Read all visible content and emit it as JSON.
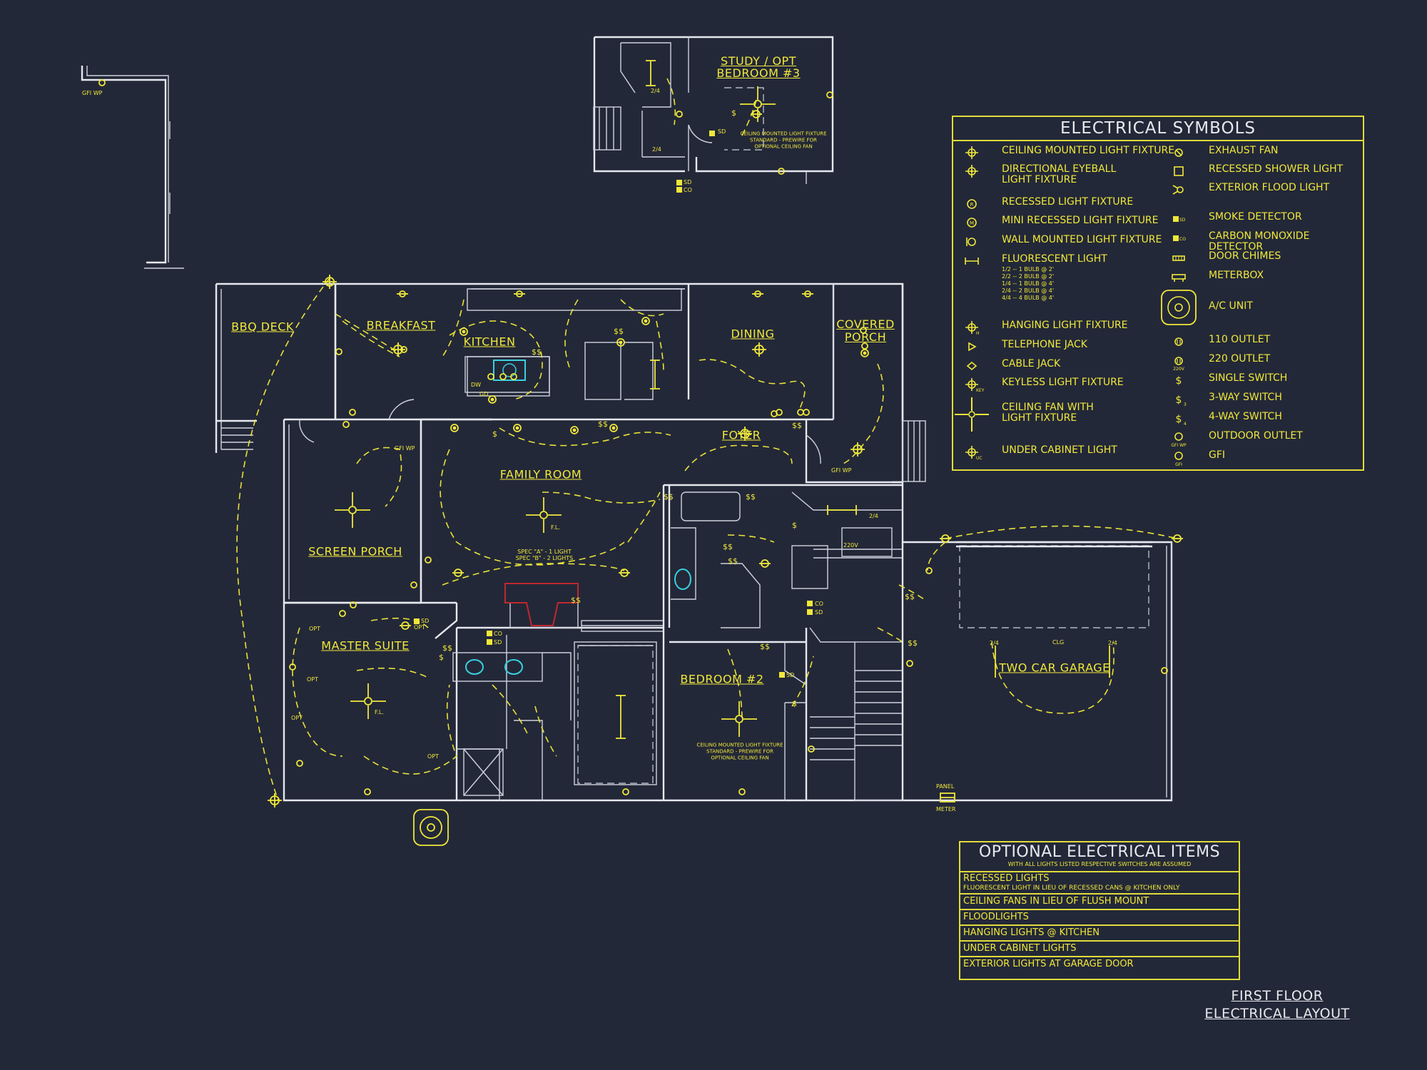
{
  "rooms": {
    "bbq_deck": "BBQ DECK",
    "breakfast": "BREAKFAST",
    "kitchen": "KITCHEN",
    "dining": "DINING",
    "covered_porch": "COVERED\nPORCH",
    "foyer": "FOYER",
    "family_room": "FAMILY ROOM",
    "screen_porch": "SCREEN PORCH",
    "master_suite": "MASTER SUITE",
    "bedroom_2": "BEDROOM #2",
    "two_car_garage": "TWO CAR GARAGE",
    "study": "STUDY / OPT\nBEDROOM #3"
  },
  "notes": {
    "study_fan_note": "CEILING MOUNTED LIGHT FIXTURE\nSTANDARD - PREWIRE FOR\nOPTIONAL CEILING FAN",
    "bedroom2_fan_note": "CEILING MOUNTED LIGHT FIXTURE\nSTANDARD - PREWIRE FOR\nOPTIONAL CEILING FAN",
    "family_spec_note": "SPEC \"A\" - 1 LIGHT\nSPEC \"B\" - 2 LIGHTS",
    "panel": "PANEL",
    "meter": "METER",
    "gfi_wp": "GFI WP",
    "fl": "F.L.",
    "clg": "CLG",
    "v220": "220V",
    "opt": "OPT",
    "sd": "SD",
    "co": "CO",
    "h": "H",
    "uc": "UC",
    "key": "KEY",
    "fractions_24": "2/4",
    "dw": "DW",
    "gd": "GD"
  },
  "legend": {
    "title": "ELECTRICAL SYMBOLS",
    "left": [
      {
        "icon": "ceiling-light-icon",
        "label": "CEILING MOUNTED LIGHT FIXTURE"
      },
      {
        "icon": "eyeball-light-icon",
        "label": "DIRECTIONAL EYEBALL\nLIGHT FIXTURE"
      },
      {
        "icon": "recessed-light-icon",
        "label": "RECESSED LIGHT FIXTURE"
      },
      {
        "icon": "mini-recessed-light-icon",
        "label": "MINI RECESSED LIGHT FIXTURE"
      },
      {
        "icon": "wall-light-icon",
        "label": "WALL MOUNTED LIGHT FIXTURE"
      },
      {
        "icon": "fluorescent-light-icon",
        "label": "FLUORESCENT LIGHT",
        "sub": "1/2  -- 1 BULB @ 2'\n2/2  -- 2 BULB @ 2'\n1/4  -- 1 BULB @ 4'\n2/4  -- 2 BULB @ 4'\n4/4  -- 4 BULB @ 4'"
      },
      {
        "icon": "hanging-light-icon",
        "label": "HANGING LIGHT FIXTURE"
      },
      {
        "icon": "telephone-jack-icon",
        "label": "TELEPHONE JACK"
      },
      {
        "icon": "cable-jack-icon",
        "label": "CABLE JACK"
      },
      {
        "icon": "keyless-light-icon",
        "label": "KEYLESS LIGHT FIXTURE"
      },
      {
        "icon": "ceiling-fan-icon",
        "label": "CEILING FAN WITH\nLIGHT FIXTURE"
      },
      {
        "icon": "under-cabinet-light-icon",
        "label": "UNDER CABINET LIGHT"
      }
    ],
    "right": [
      {
        "icon": "exhaust-fan-icon",
        "label": "EXHAUST FAN"
      },
      {
        "icon": "shower-light-icon",
        "label": "RECESSED SHOWER LIGHT"
      },
      {
        "icon": "flood-light-icon",
        "label": "EXTERIOR FLOOD LIGHT"
      },
      {
        "icon": "smoke-detector-icon",
        "label": "SMOKE DETECTOR"
      },
      {
        "icon": "co-detector-icon",
        "label": "CARBON MONOXIDE DETECTOR"
      },
      {
        "icon": "door-chimes-icon",
        "label": "DOOR CHIMES"
      },
      {
        "icon": "meterbox-icon",
        "label": "METERBOX"
      },
      {
        "icon": "ac-unit-icon",
        "label": "A/C UNIT"
      },
      {
        "icon": "outlet-110-icon",
        "label": "110 OUTLET"
      },
      {
        "icon": "outlet-220-icon",
        "label": "220 OUTLET"
      },
      {
        "icon": "single-switch-icon",
        "label": "SINGLE SWITCH"
      },
      {
        "icon": "three-way-switch-icon",
        "label": "3-WAY SWITCH"
      },
      {
        "icon": "four-way-switch-icon",
        "label": "4-WAY SWITCH"
      },
      {
        "icon": "outdoor-outlet-icon",
        "label": "OUTDOOR OUTLET"
      },
      {
        "icon": "gfi-icon",
        "label": "GFI"
      }
    ]
  },
  "optional": {
    "title": "OPTIONAL ELECTRICAL ITEMS",
    "subtitle": "WITH ALL LIGHTS LISTED RESPECTIVE SWITCHES ARE ASSUMED",
    "items": [
      {
        "label": "RECESSED LIGHTS",
        "sub": "FLUORESCENT LIGHT IN LIEU OF RECESSED CANS @ KITCHEN ONLY"
      },
      {
        "label": "CEILING FANS IN LIEU OF FLUSH MOUNT"
      },
      {
        "label": "FLOODLIGHTS"
      },
      {
        "label": "HANGING LIGHTS @ KITCHEN"
      },
      {
        "label": "UNDER CABINET LIGHTS"
      },
      {
        "label": "EXTERIOR LIGHTS AT GARAGE DOOR"
      }
    ]
  },
  "sheet_title": {
    "line1": "FIRST FLOOR",
    "line2": "ELECTRICAL LAYOUT"
  },
  "colors": {
    "background": "#232838",
    "walls": "#e6e8ef",
    "symbols": "#f0e83a",
    "fireplace": "#c0282f",
    "plumbing_fixture": "#3ad0e0"
  }
}
